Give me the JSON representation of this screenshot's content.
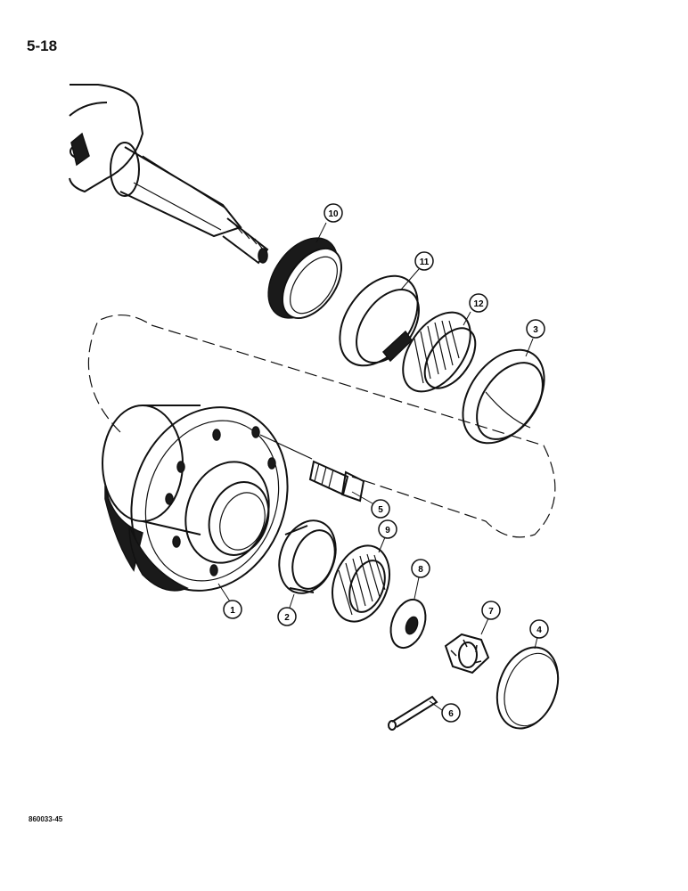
{
  "page_number": "5-18",
  "figure_code": "860033-45",
  "callouts": [
    {
      "label": "1"
    },
    {
      "label": "2"
    },
    {
      "label": "3"
    },
    {
      "label": "4"
    },
    {
      "label": "5"
    },
    {
      "label": "6"
    },
    {
      "label": "7"
    },
    {
      "label": "8"
    },
    {
      "label": "9"
    },
    {
      "label": "10"
    },
    {
      "label": "11"
    },
    {
      "label": "12"
    }
  ]
}
